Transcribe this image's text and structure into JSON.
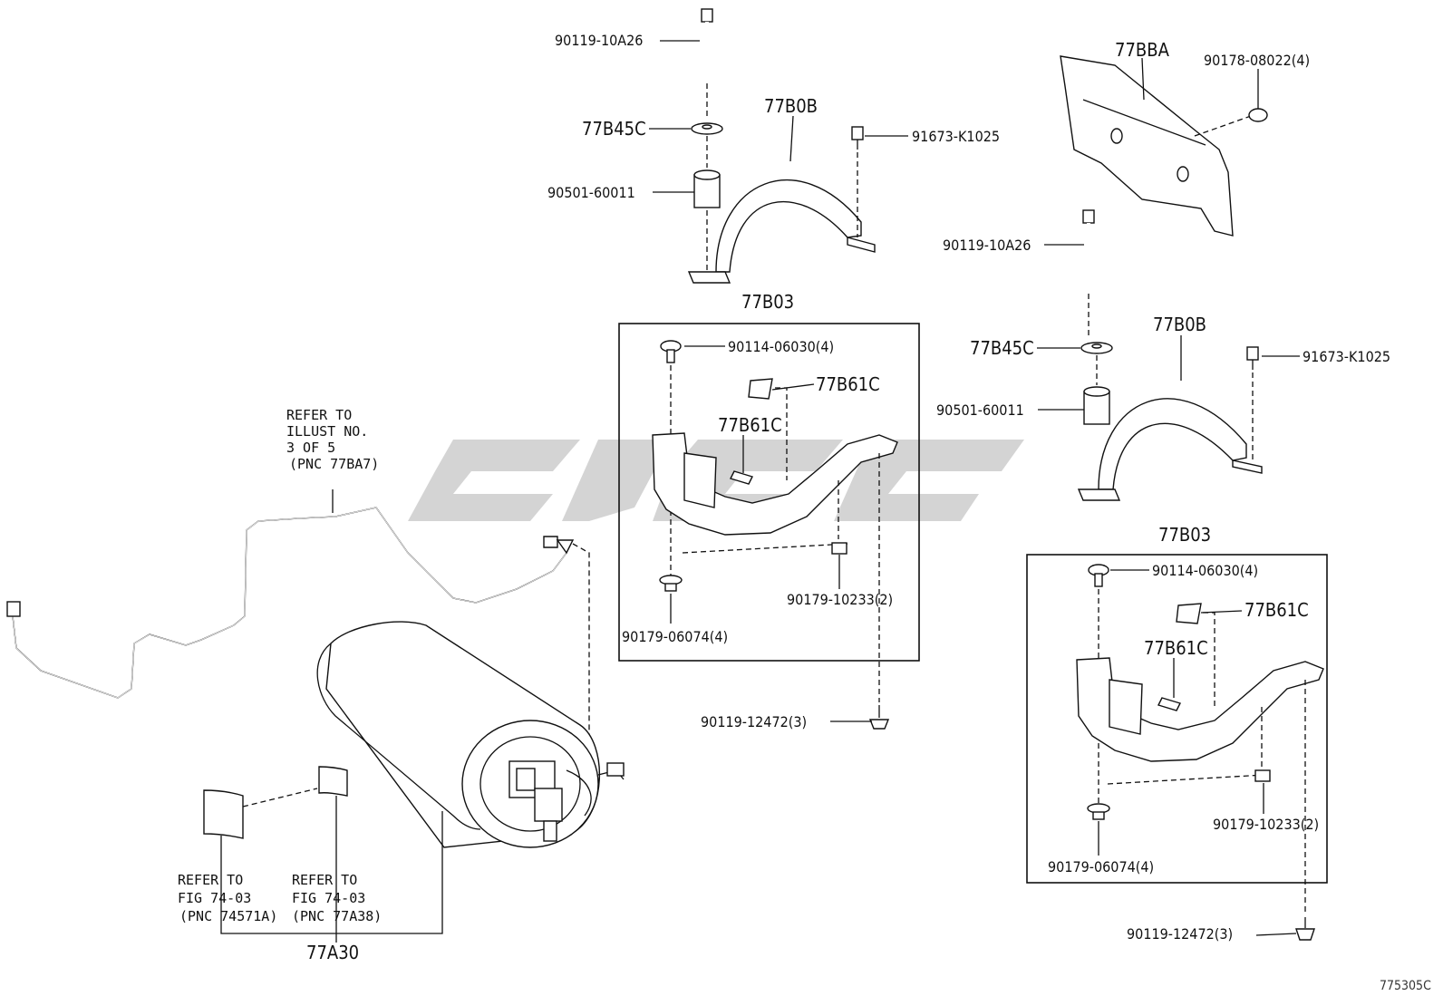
{
  "labels": {
    "bolt_top": "90119-10A26",
    "washer_left": "77B45C",
    "cushion_left": "90501-60011",
    "band_left": "77B0B",
    "bolt_band_left": "91673-K1025",
    "bracket_left": "77B03",
    "clip_left": "90114-06030(4)",
    "pad_left_a": "77B61C",
    "pad_left_b": "77B61C",
    "nut_left_a": "90179-10233(2)",
    "nut_left_b": "90179-06074(4)",
    "bolt_left_bottom": "90119-12472(3)",
    "cover": "77BBA",
    "nut_cover": "90178-08022(4)",
    "bolt_right_top": "90119-10A26",
    "washer_right": "77B45C",
    "cushion_right": "90501-60011",
    "band_right": "77B0B",
    "bolt_band_right": "91673-K1025",
    "bracket_right": "77B03",
    "clip_right": "90114-06030(4)",
    "pad_right_a": "77B61C",
    "pad_right_b": "77B61C",
    "nut_right_a": "90179-10233(2)",
    "nut_right_b": "90179-06074(4)",
    "bolt_right_bottom": "90119-12472(3)",
    "tank": "77A30"
  },
  "refer_pipe": [
    "REFER TO",
    "ILLUST NO.",
    "3 OF 5",
    "(PNC 77BA7)"
  ],
  "refer_label_a": [
    "REFER TO",
    "FIG 74-03",
    "(PNC 74571A)"
  ],
  "refer_label_b": [
    "REFER TO",
    "FIG 74-03",
    "(PNC 77A38)"
  ],
  "figure_number": "775305C"
}
